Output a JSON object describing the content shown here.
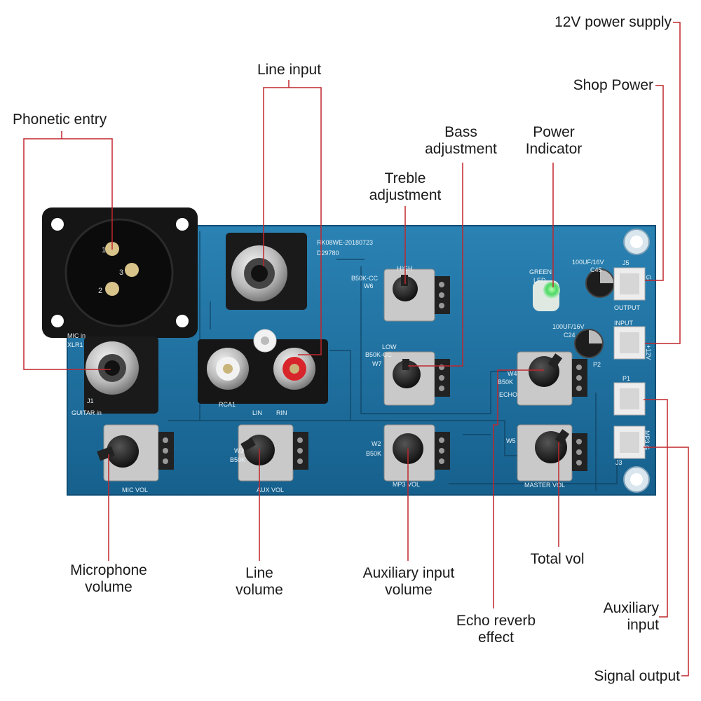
{
  "callouts": {
    "power_12v": "12V power supply",
    "shop_power": "Shop Power",
    "line_input": "Line input",
    "phonetic_entry": "Phonetic entry",
    "bass": "Bass\nadjustment",
    "power_indicator": "Power\nIndicator",
    "treble": "Treble\nadjustment",
    "mic_volume": "Microphone\nvolume",
    "line_volume": "Line\nvolume",
    "aux_volume": "Auxiliary input\nvolume",
    "total_vol": "Total vol",
    "aux_input": "Auxiliary\ninput",
    "echo": "Echo reverb\neffect",
    "signal_output": "Signal output"
  },
  "board": {
    "model": "RK08WE-20180723",
    "code": "D29780",
    "high": "HIGH",
    "w6": "W6",
    "b50k_cc_1": "B50K-CC",
    "low": "LOW",
    "w7": "W7",
    "b50k_cc_2": "B50K-CC",
    "green": "GREEN",
    "led": "LED",
    "cap1_spec": "100UF/16V",
    "c45": "C45",
    "cap2_spec": "100UF/16V",
    "c24": "C24",
    "j5": "J5",
    "output": "OUTPUT",
    "input": "INPUT",
    "plus12v": "+12V",
    "g": "G",
    "p2": "P2",
    "p1": "P1",
    "j3": "J3",
    "mp3g": "MP3 G",
    "w4": "W4",
    "b50k_echo": "B50K",
    "echo": "ECHO",
    "w5": "W5",
    "master_vol": "MASTER VOL",
    "w2": "W2",
    "b50k_mp3": "B50K",
    "mp3_vol": "MP3  VOL",
    "w3": "W3",
    "b50k_aux": "B50K",
    "aux_vol": "AUX VOL",
    "mic_vol": "MIC VOL",
    "mic_in": "MIC in",
    "xlr1": "XLR1",
    "j1": "J1",
    "guitar_in": "GUITAR in",
    "rca1": "RCA1",
    "lin": "LIN",
    "rin": "RIN",
    "pin1": "1",
    "pin2": "2",
    "pin3": "3"
  },
  "colors": {
    "board": "#1f6f9c",
    "leader_line": "#c0272d",
    "rca_red": "#d8242b",
    "rca_white": "#f2f2f2",
    "led_green": "#4cd964"
  }
}
